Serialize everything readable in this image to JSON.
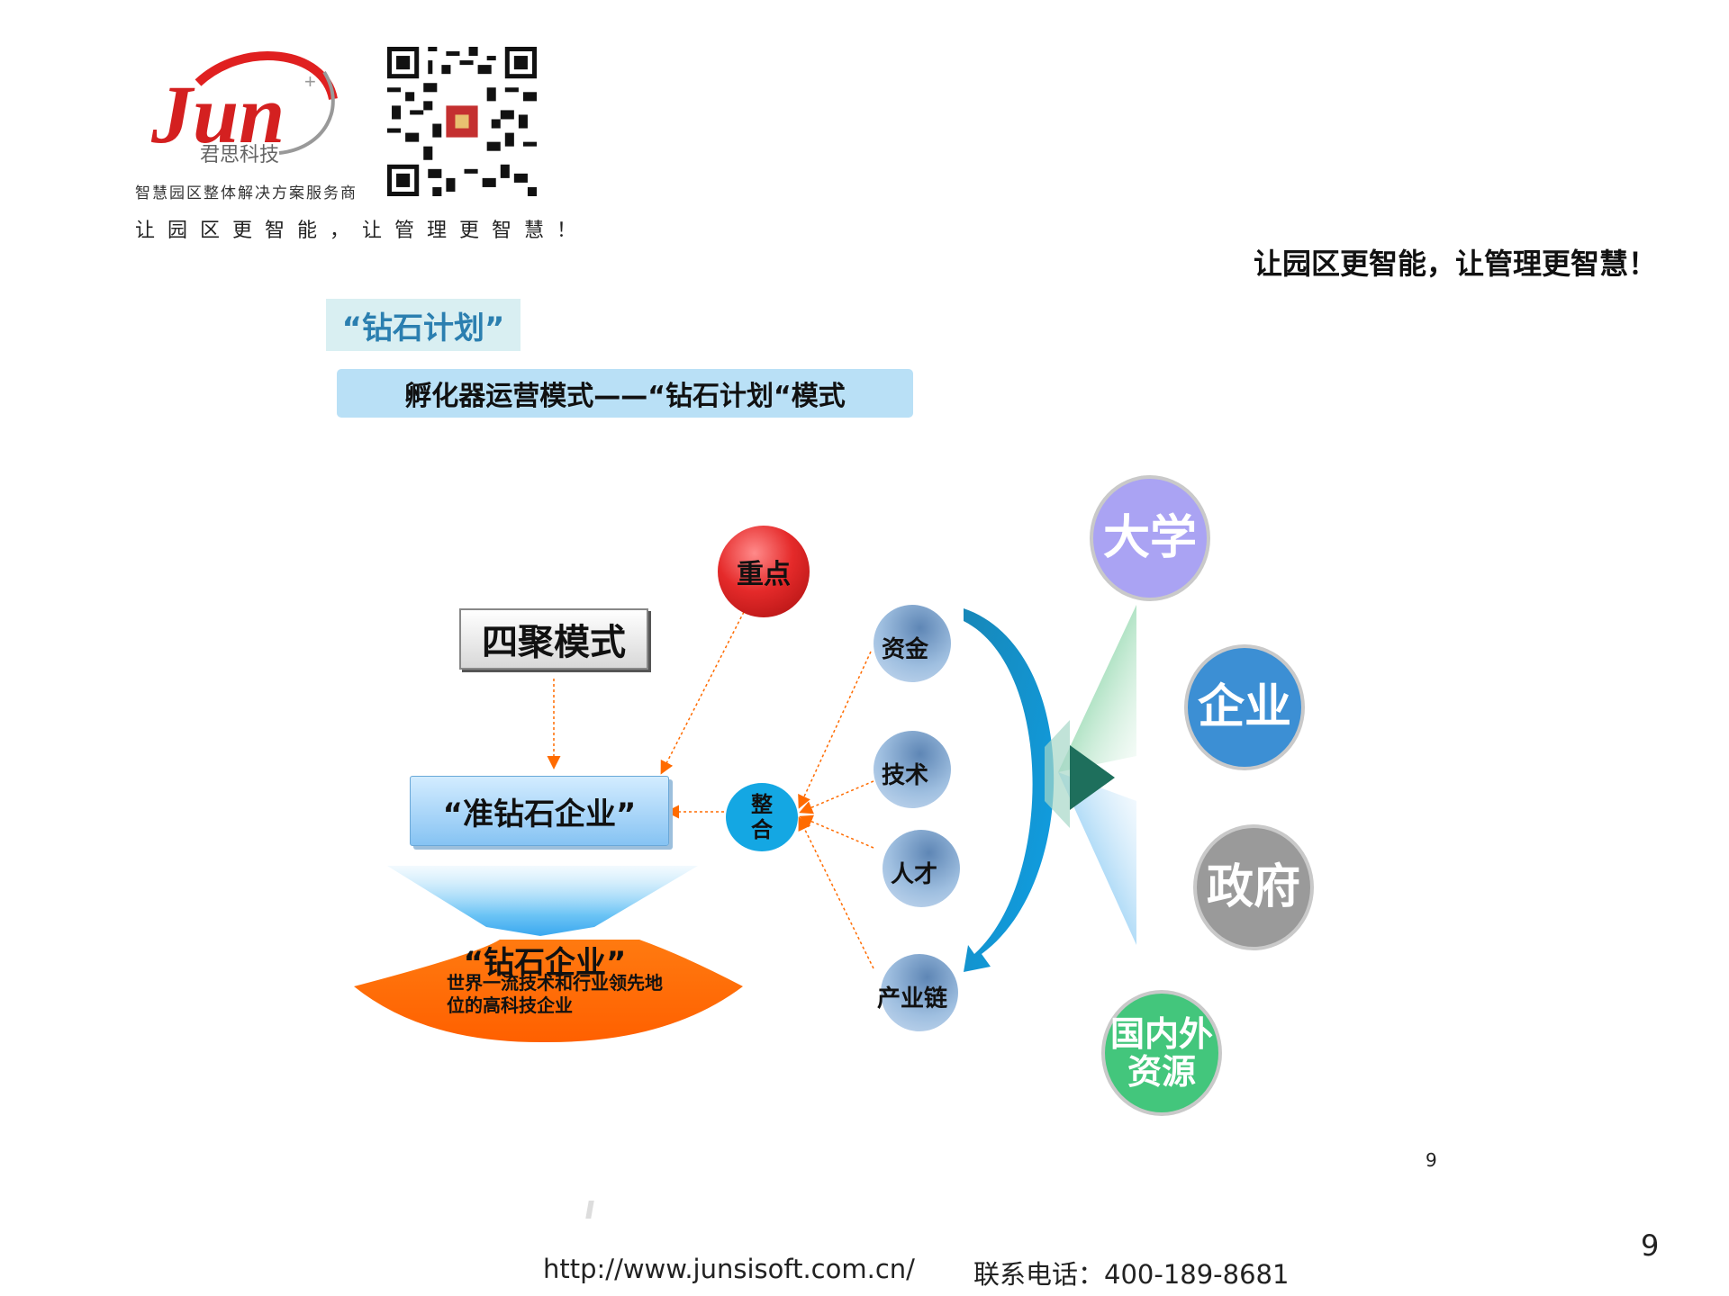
{
  "header": {
    "brand_logo_text": "Jun",
    "brand_name": "君思科技",
    "brand_tagline": "智慧园区整体解决方案服务商",
    "brand_slogan": "让园区更智能，让管理更智慧！",
    "top_slogan": "让园区更智能，让管理更智慧！"
  },
  "slide": {
    "title": "“钻石计划”",
    "subtitle": "孵化器运营模式——“钻石计划“模式"
  },
  "diagram": {
    "sijumoshi": "四聚模式",
    "zhongdian": "重点",
    "zhun_zuanshi": "“准钻石企业”",
    "zhenghe": [
      "整",
      "合"
    ],
    "resources": [
      "资金",
      "技术",
      "人才",
      "产业链"
    ],
    "partners": [
      "大学",
      "企业",
      "政府",
      "国内外资源"
    ],
    "partners_lines": {
      "guonei_line1": "国内外",
      "guonei_line2": "资源"
    },
    "zuanshi_title": "“钻石企业”",
    "zuanshi_desc": "世界一流技术和行业领先地位的高科技企业"
  },
  "footer": {
    "page_number_small": "9",
    "page_number": "9",
    "url": "http://www.junsisoft.com.cn/",
    "tel": "联系电话：400-189-8681"
  },
  "colors": {
    "accent_blue": "#2b7fb0",
    "arc_blue": "#0e87c9",
    "orange": "#ff6b00",
    "red": "#e52a2a"
  }
}
